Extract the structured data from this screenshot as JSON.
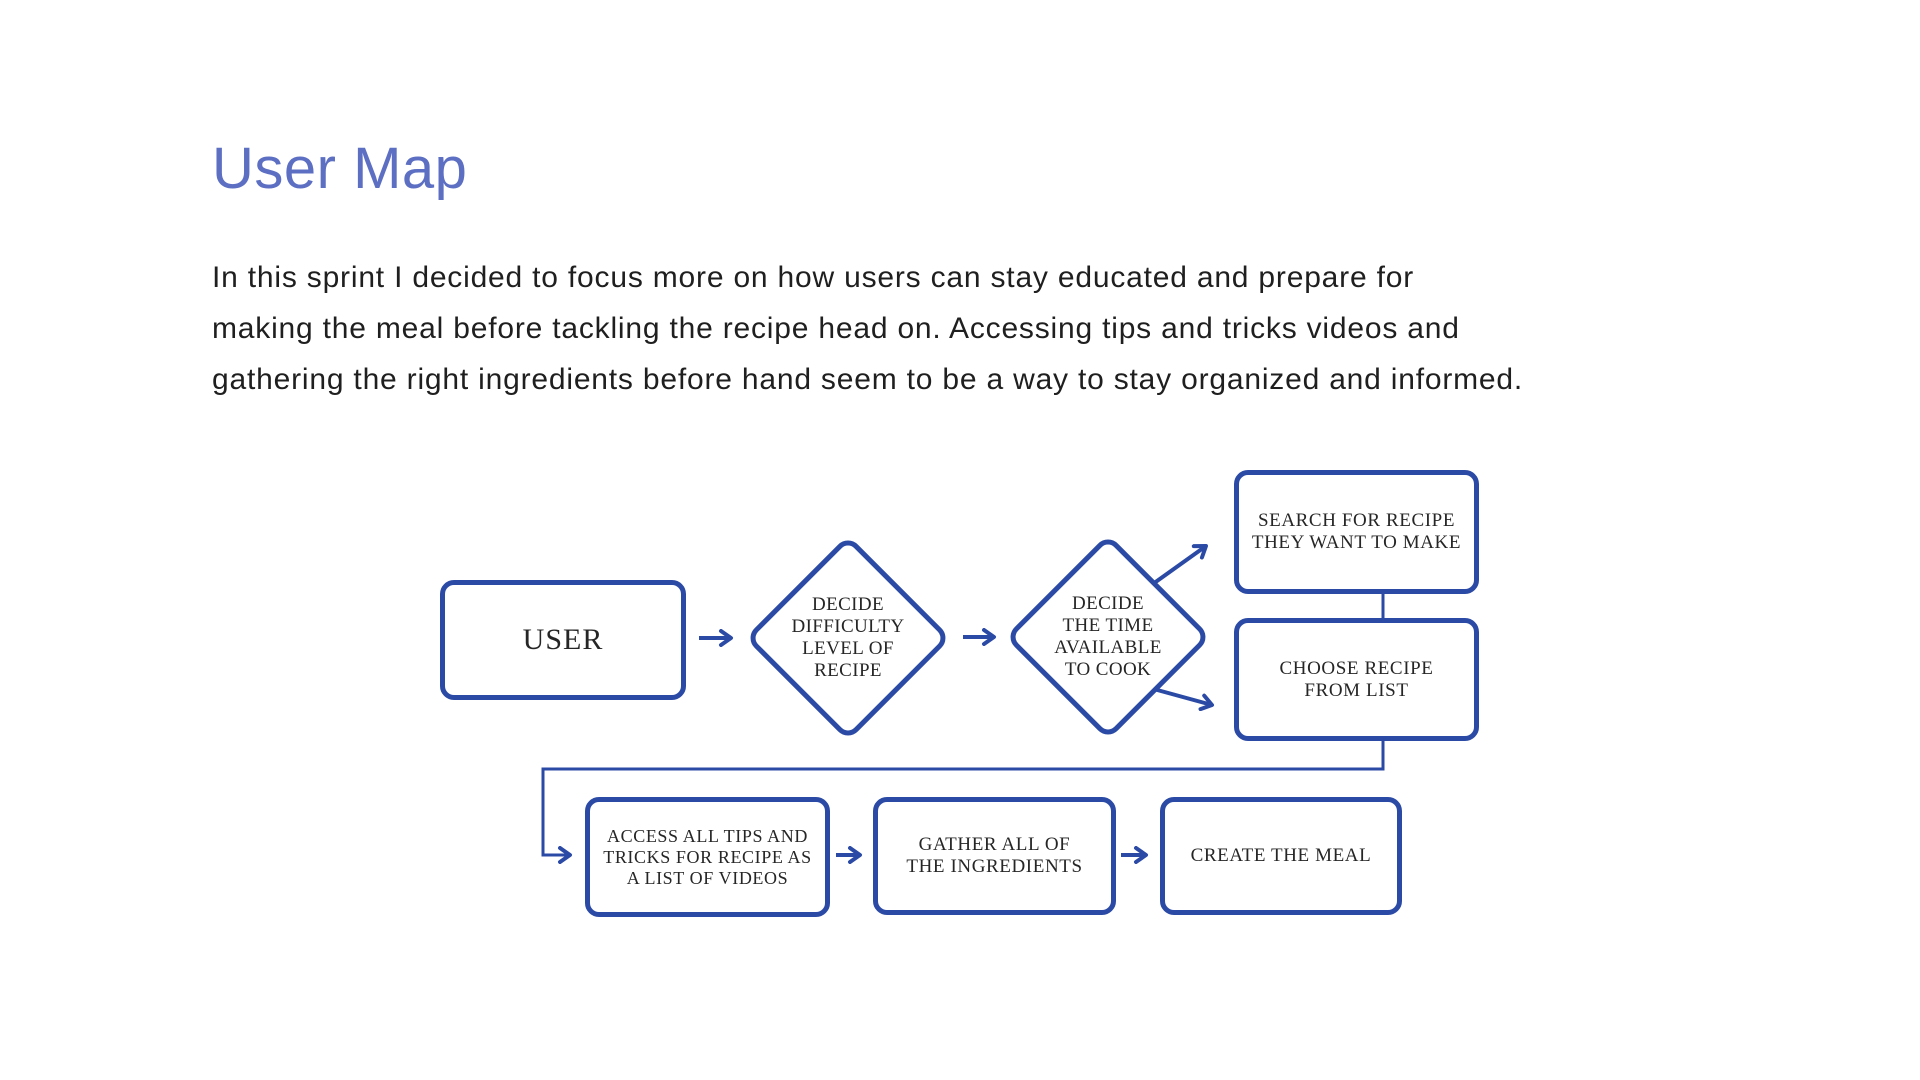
{
  "page": {
    "title": "User Map",
    "description": "In this sprint I decided to focus more on how users can stay educated and prepare for\nmaking the meal before tackling the recipe head on.  Accessing tips and tricks videos and\ngathering the right ingredients before hand seem to be a way to stay organized and informed."
  },
  "colors": {
    "accent_blue": "#2B4AA5",
    "title_blue": "#5C6FC2",
    "body_text": "#1F1F1F"
  },
  "flowchart": {
    "nodes": [
      {
        "id": "user",
        "type": "box",
        "label": "USER"
      },
      {
        "id": "decide-difficulty",
        "type": "diamond",
        "label": "DECIDE\nDIFFICULTY\nLEVEL OF\nRECIPE"
      },
      {
        "id": "decide-time",
        "type": "diamond",
        "label": "DECIDE\nTHE TIME\nAVAILABLE\nTO COOK"
      },
      {
        "id": "search-recipe",
        "type": "box",
        "label": "SEARCH FOR RECIPE\nTHEY WANT TO MAKE"
      },
      {
        "id": "choose-recipe",
        "type": "box",
        "label": "CHOOSE RECIPE\nFROM LIST"
      },
      {
        "id": "access-tips",
        "type": "box",
        "label": "ACCESS ALL TIPS AND\nTRICKS FOR RECIPE AS\nA LIST OF VIDEOS"
      },
      {
        "id": "gather-ingredients",
        "type": "box",
        "label": "GATHER ALL OF\nTHE INGREDIENTS"
      },
      {
        "id": "create-meal",
        "type": "box",
        "label": "CREATE THE MEAL"
      }
    ]
  }
}
